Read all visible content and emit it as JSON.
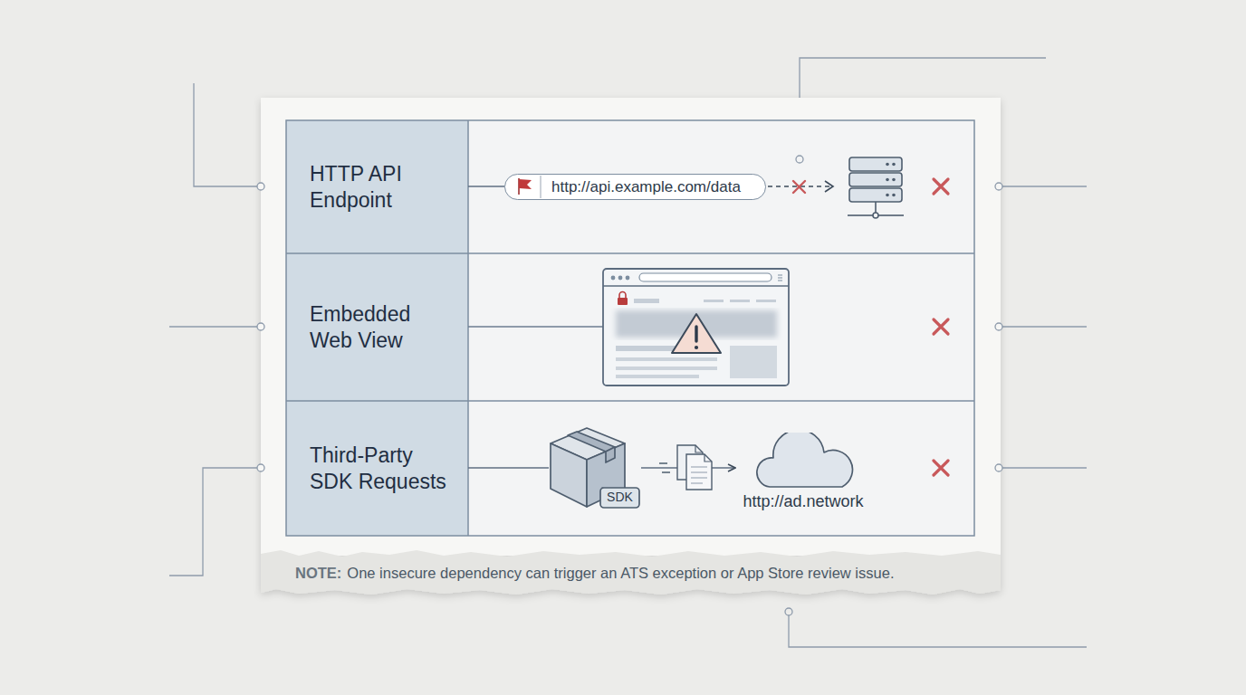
{
  "diagram": {
    "nodes": [
      {
        "text": [
          "HTTP API Endpoint"
        ]
      },
      {
        "text": [
          "http://api.example.com/data"
        ]
      },
      {
        "text": [
          "Embedded Web View"
        ]
      },
      {
        "text": [
          "Third-Party SDK Requests"
        ]
      },
      {
        "text": [
          "SDK"
        ]
      },
      {
        "text": [
          "http://ad.network"
        ]
      }
    ],
    "edges": [
      {
        "from": 0,
        "to": 1,
        "arrow": "none"
      },
      {
        "from": 3,
        "to": 4,
        "arrow": "none"
      },
      {
        "from": 4,
        "to": 5,
        "arrow": "to"
      }
    ],
    "labels": [
      "NOTE:",
      "One insecure dependency can trigger an ATS exception or App Store review issue."
    ]
  }
}
